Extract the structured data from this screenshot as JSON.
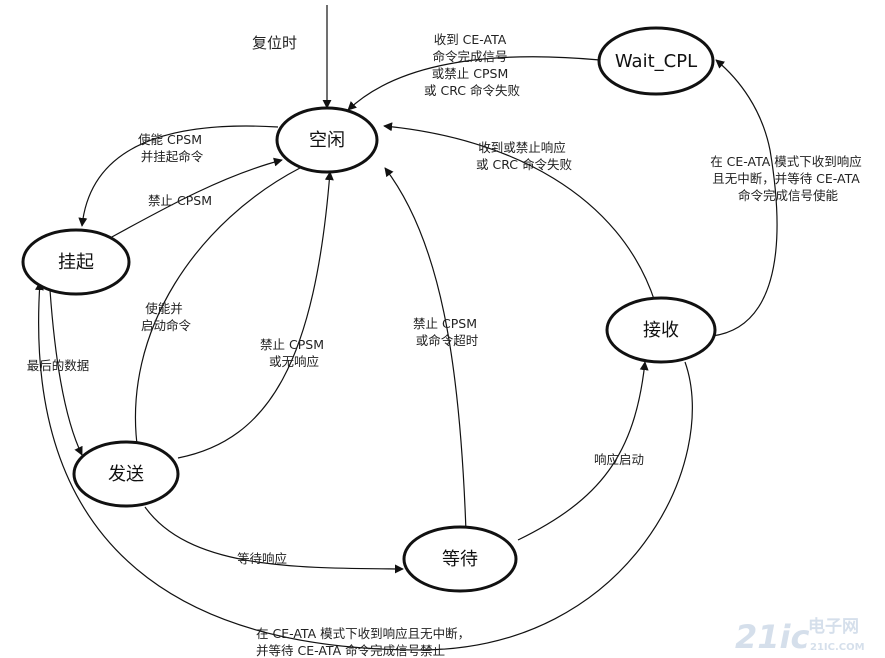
{
  "states": {
    "idle": "空闲",
    "suspend": "挂起",
    "send": "发送",
    "wait": "等待",
    "receive": "接收",
    "wait_cpl": "Wait_CPL"
  },
  "labels": {
    "reset": "复位时",
    "waitcpl_to_idle": [
      "收到 CE-ATA",
      "命令完成信号",
      "或禁止 CPSM",
      "或 CRC 命令失败"
    ],
    "idle_to_suspend": [
      "使能 CPSM",
      "并挂起命令"
    ],
    "suspend_to_idle": [
      "禁止 CPSM"
    ],
    "receive_to_idle": [
      "收到或禁止响应",
      "或 CRC 命令失败"
    ],
    "receive_to_waitcpl": [
      "在 CE-ATA 模式下收到响应",
      "且无中断，并等待 CE-ATA",
      "命令完成信号使能"
    ],
    "idle_to_send": [
      "使能并",
      "启动命令"
    ],
    "send_to_idle": [
      "禁止 CPSM",
      "或无响应"
    ],
    "wait_to_idle": [
      "禁止 CPSM",
      "或命令超时"
    ],
    "suspend_to_send": [
      "最后的数据"
    ],
    "wait_to_receive": [
      "响应启动"
    ],
    "send_to_wait": [
      "等待响应"
    ],
    "receive_to_suspend": [
      "在 CE-ATA 模式下收到响应且无中断，",
      "并等待 CE-ATA 命令完成信号禁止"
    ]
  },
  "watermark": {
    "brand": "21ic",
    "site": "电子网",
    "domain": "21IC.COM"
  }
}
